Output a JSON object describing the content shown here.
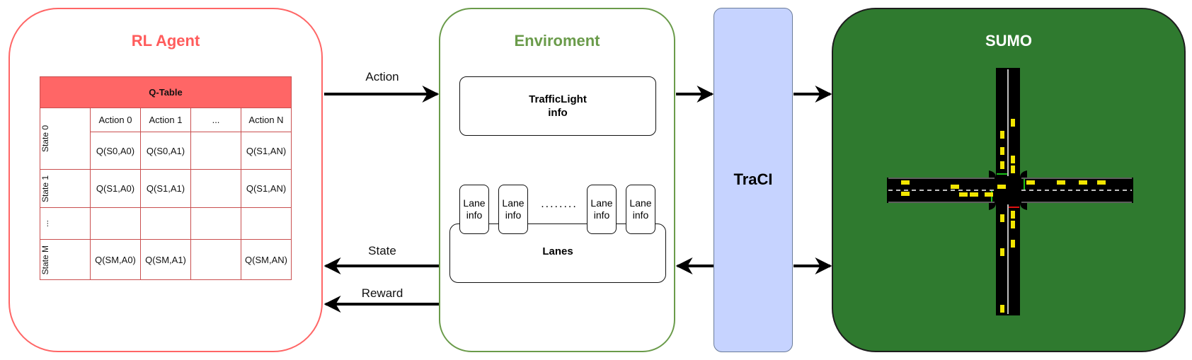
{
  "rl_agent": {
    "title": "RL Agent",
    "q_table": {
      "title": "Q-Table",
      "columns": [
        "Action 0",
        "Action 1",
        "...",
        "Action N"
      ],
      "rows": [
        {
          "state": "State 0",
          "cells": [
            "Q(S0,A0)",
            "Q(S0,A1)",
            "",
            "Q(S1,AN)"
          ]
        },
        {
          "state": "State 1",
          "cells": [
            "Q(S1,A0)",
            "Q(S1,A1)",
            "",
            "Q(S1,AN)"
          ]
        },
        {
          "state": "...",
          "cells": [
            "",
            "",
            "",
            ""
          ]
        },
        {
          "state": "State M",
          "cells": [
            "Q(SM,A0)",
            "Q(SM,A1)",
            "",
            "Q(SM,AN)"
          ]
        }
      ]
    }
  },
  "environment": {
    "title": "Enviroment",
    "traffic_light": "TrafficLight\ninfo",
    "lanes_label": "Lanes",
    "lane_info": "Lane\ninfo",
    "dots": "........"
  },
  "traci": {
    "title": "TraCI"
  },
  "sumo": {
    "title": "SUMO"
  },
  "edges": {
    "action": "Action",
    "state": "State",
    "reward": "Reward"
  },
  "colors": {
    "rl_border": "#ff6666",
    "env_border": "#6a9b4a",
    "traci_fill": "#c6d3ff",
    "sumo_fill": "#2f7a2f",
    "road": "#000000",
    "car": "#f2e600"
  }
}
